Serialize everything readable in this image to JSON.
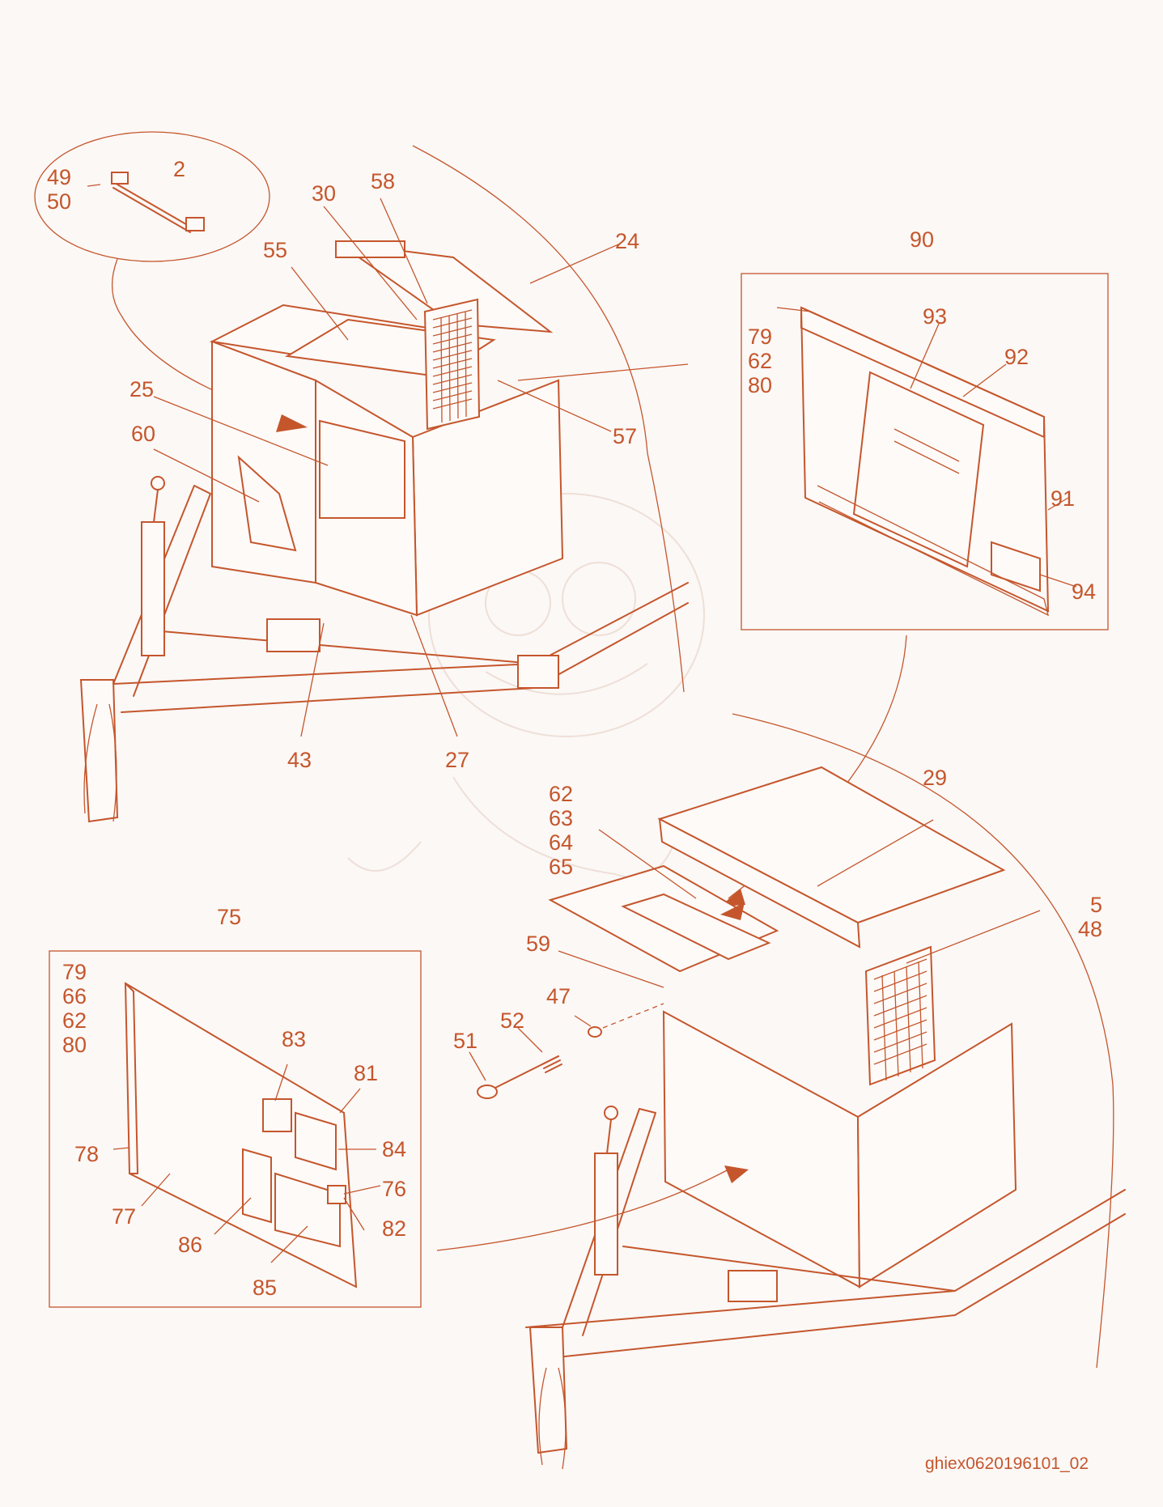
{
  "drawing_code": "ghiex0620196101_02",
  "callouts": {
    "c49": "49",
    "c50": "50",
    "c2": "2",
    "c30": "30",
    "c58": "58",
    "c24": "24",
    "c55": "55",
    "c25": "25",
    "c60": "60",
    "c57": "57",
    "c43": "43",
    "c27": "27",
    "c90": "90",
    "c93": "93",
    "c79a": "79",
    "c62a": "62",
    "c80a": "80",
    "c92": "92",
    "c91": "91",
    "c94": "94",
    "c29": "29",
    "c62b": "62",
    "c63": "63",
    "c64": "64",
    "c65": "65",
    "c5": "5",
    "c48": "48",
    "c59": "59",
    "c47": "47",
    "c52": "52",
    "c51": "51",
    "c75": "75",
    "c79b": "79",
    "c66": "66",
    "c62c": "62",
    "c80b": "80",
    "c83": "83",
    "c81": "81",
    "c84": "84",
    "c78": "78",
    "c76": "76",
    "c77": "77",
    "c82": "82",
    "c86": "86",
    "c85": "85"
  },
  "colors": {
    "line": "#c5562c",
    "background": "#fbf8f6"
  }
}
